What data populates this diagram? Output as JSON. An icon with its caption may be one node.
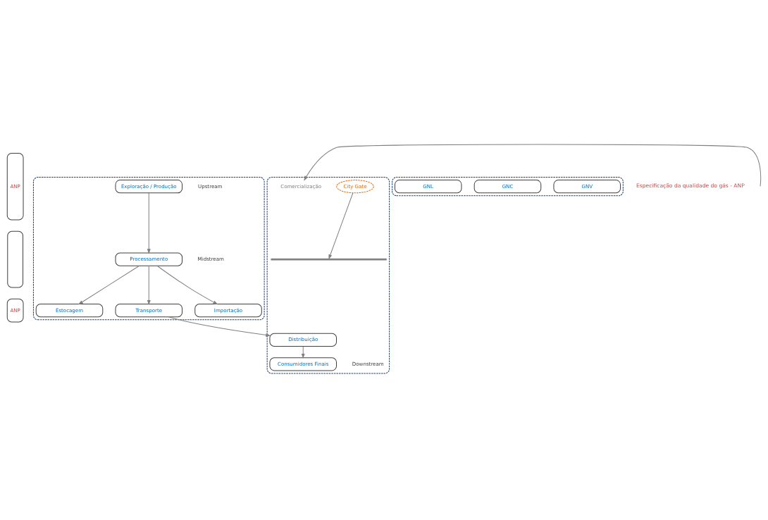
{
  "diagram": {
    "nodes": [
      {
        "text": [
          "ANP"
        ]
      },
      {
        "text": [],
        "shape": "box"
      },
      {
        "text": [
          "Exploração / Produção"
        ],
        "in": 1
      },
      {
        "text": [
          "Processamento"
        ],
        "in": 1
      },
      {
        "text": [
          "Estocagem"
        ],
        "in": 1
      },
      {
        "text": [
          "Transporte"
        ],
        "in": 1
      },
      {
        "text": [
          "Importação"
        ],
        "in": 1
      },
      {
        "text": [],
        "shape": "box"
      },
      {
        "text": [],
        "shape": "box"
      },
      {
        "text": [],
        "shape": "bar",
        "in": 8
      },
      {
        "text": [
          "City Gate"
        ],
        "in": 8
      },
      {
        "text": [
          "Distribuição"
        ],
        "in": 8
      },
      {
        "text": [
          "Comercialização"
        ],
        "in": 8
      },
      {
        "text": [
          "Consumidores Finais"
        ],
        "in": 8
      },
      {
        "text": [
          "ANP"
        ]
      },
      {
        "text": [],
        "shape": "box"
      },
      {
        "text": [
          "GNV"
        ],
        "in": 15
      },
      {
        "text": [
          "GNC"
        ],
        "in": 15
      },
      {
        "text": [
          "GNL"
        ],
        "in": 15
      }
    ],
    "edges": [
      {
        "from": 2,
        "to": 3,
        "arrow": "to"
      },
      {
        "from": 3,
        "to": 4,
        "arrow": "to"
      },
      {
        "from": 3,
        "to": 5,
        "arrow": "to"
      },
      {
        "from": 3,
        "to": 6,
        "arrow": "to"
      },
      {
        "from": 5,
        "to": 11,
        "arrow": "to"
      },
      {
        "from": 10,
        "to": 9,
        "arrow": "to"
      },
      {
        "from": 11,
        "to": 13,
        "arrow": "to"
      },
      {
        "from": null,
        "to": 12,
        "arrow": "to"
      }
    ],
    "labels": [
      "Upstream",
      "Midstream",
      "Downstream",
      "Especificação da qualidade do gás - ANP"
    ]
  }
}
